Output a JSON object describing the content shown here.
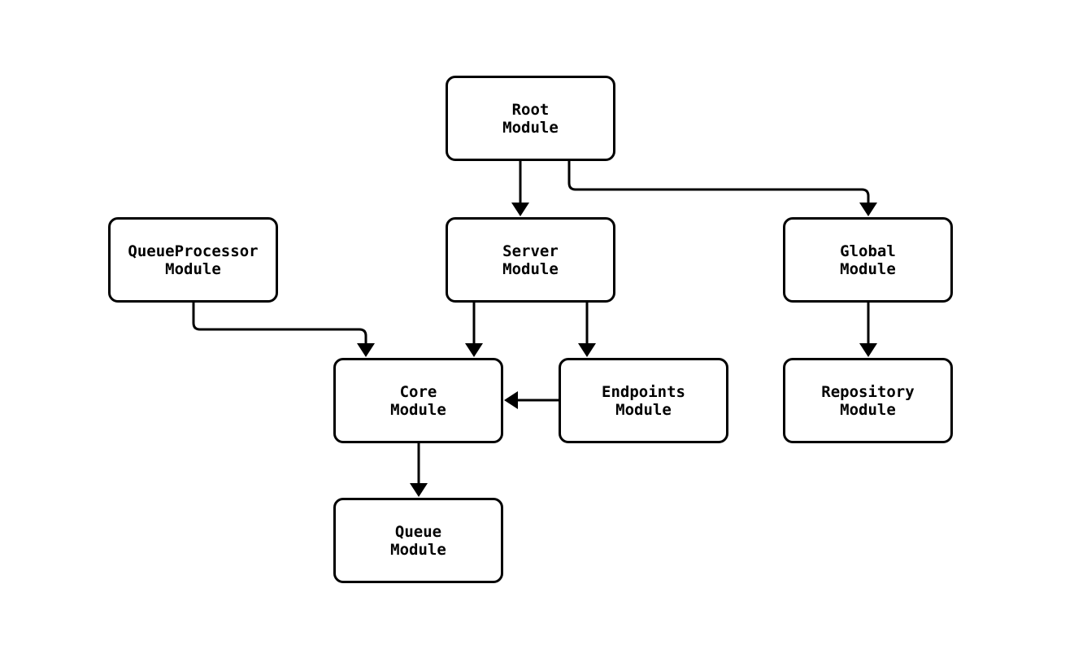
{
  "diagram": {
    "background_color": "#ffffff",
    "node_fill": "#ffffff",
    "node_border_color": "#000000",
    "edge_color": "#000000",
    "nodes": {
      "root": {
        "line1": "Root",
        "line2": "Module"
      },
      "queue_processor": {
        "line1": "QueueProcessor",
        "line2": "Module"
      },
      "server": {
        "line1": "Server",
        "line2": "Module"
      },
      "global": {
        "line1": "Global",
        "line2": "Module"
      },
      "core": {
        "line1": "Core",
        "line2": "Module"
      },
      "endpoints": {
        "line1": "Endpoints",
        "line2": "Module"
      },
      "repository": {
        "line1": "Repository",
        "line2": "Module"
      },
      "queue": {
        "line1": "Queue",
        "line2": "Module"
      }
    },
    "edges": [
      {
        "from": "Root Module",
        "to": "Server Module"
      },
      {
        "from": "Root Module",
        "to": "Global Module"
      },
      {
        "from": "QueueProcessor Module",
        "to": "Core Module"
      },
      {
        "from": "Server Module",
        "to": "Core Module"
      },
      {
        "from": "Server Module",
        "to": "Endpoints Module"
      },
      {
        "from": "Endpoints Module",
        "to": "Core Module"
      },
      {
        "from": "Core Module",
        "to": "Queue Module"
      },
      {
        "from": "Global Module",
        "to": "Repository Module"
      }
    ]
  }
}
